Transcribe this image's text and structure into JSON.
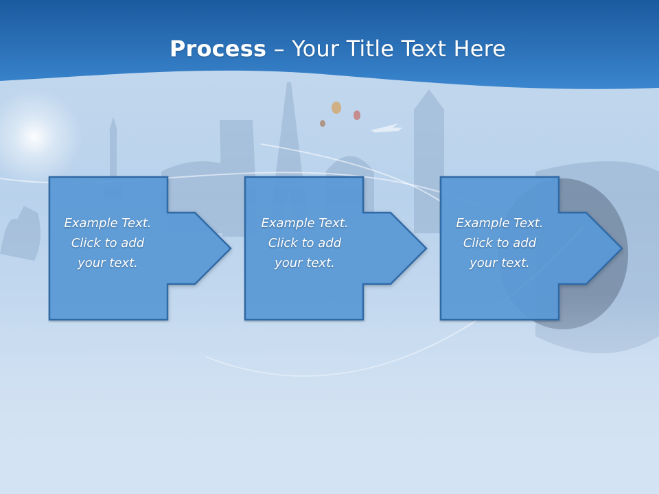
{
  "slide": {
    "title_bold": "Process",
    "title_rest": " – Your Title Text Here"
  },
  "steps": [
    {
      "line1": "Example Text.",
      "line2": "Click  to add",
      "line3": "your text."
    },
    {
      "line1": "Example Text.",
      "line2": "Click  to add",
      "line3": "your text."
    },
    {
      "line1": "Example Text.",
      "line2": "Click  to add",
      "line3": "your text."
    }
  ],
  "colors": {
    "header_dark": "#1b5a9e",
    "header_light": "#3a86cf",
    "shape_fill": "#5b9bd9",
    "shape_stroke": "#2f6aa6",
    "background": "#c6daee"
  }
}
